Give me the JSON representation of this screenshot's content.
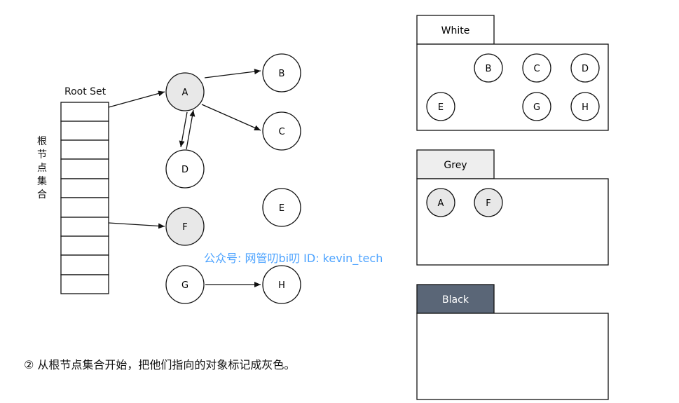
{
  "root_set": {
    "label": "Root Set",
    "slots": 10
  },
  "vertical_label": [
    "根",
    "节",
    "点",
    "集",
    "合"
  ],
  "nodes": {
    "A": "A",
    "B": "B",
    "C": "C",
    "D": "D",
    "E": "E",
    "F": "F",
    "G": "G",
    "H": "H"
  },
  "panels": {
    "white": {
      "title": "White",
      "items": [
        "B",
        "C",
        "D",
        "E",
        "G",
        "H"
      ]
    },
    "grey": {
      "title": "Grey",
      "items": [
        "A",
        "F"
      ]
    },
    "black": {
      "title": "Black",
      "items": []
    }
  },
  "watermark": "公众号: 网管叨bi叨  ID: kevin_tech",
  "caption": "② 从根节点集合开始，把他们指向的对象标记成灰色。",
  "colors": {
    "grey_node_fill": "#e8e8e8",
    "white_node_fill": "#ffffff",
    "grey_tab_fill": "#eeeeee",
    "black_tab_fill": "#5a6677",
    "watermark": "#4da3ff"
  }
}
